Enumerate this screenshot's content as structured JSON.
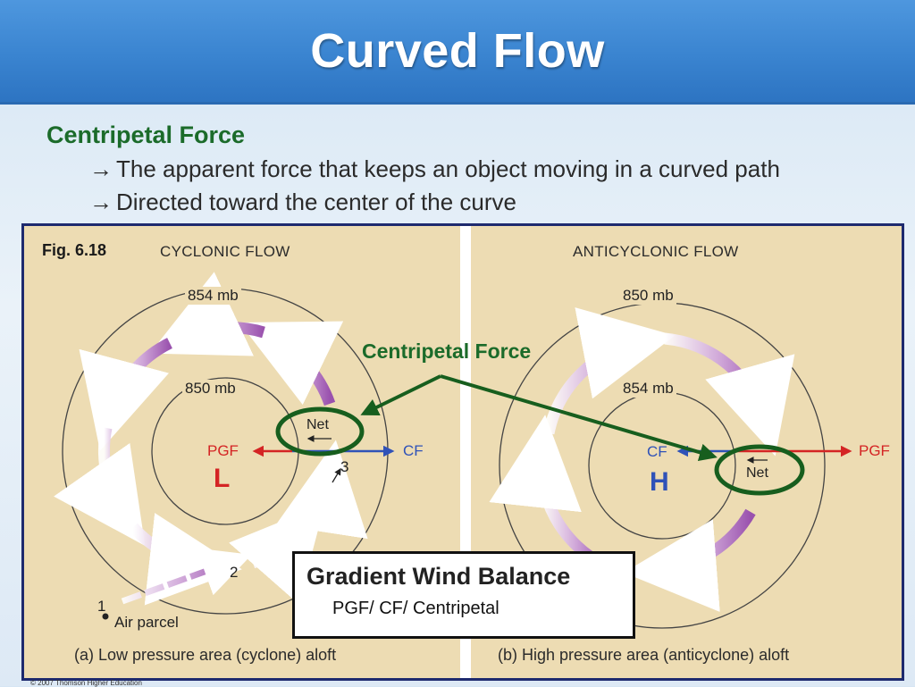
{
  "slide": {
    "title": "Curved Flow",
    "heading": "Centripetal Force",
    "bullets": [
      {
        "arrow": "→",
        "text": "The apparent force that keeps an object moving in a curved path"
      },
      {
        "arrow": "→",
        "text": "Directed toward the center of the curve"
      }
    ],
    "copyright": "© 2007 Thomson Higher Education"
  },
  "figure": {
    "label": "Fig. 6.18",
    "centripetal_label": "Centripetal Force",
    "left": {
      "title": "CYCLONIC FLOW",
      "outer_isobar": "854 mb",
      "inner_isobar": "850 mb",
      "pgf": "PGF",
      "cf": "CF",
      "center": "L",
      "net": "Net",
      "point_1": "1",
      "point_2": "2",
      "point_3": "3",
      "air_parcel": "Air parcel",
      "caption": "(a) Low pressure area (cyclone) aloft"
    },
    "right": {
      "title": "ANTICYCLONIC FLOW",
      "outer_isobar": "850 mb",
      "inner_isobar": "854 mb",
      "pgf": "PGF",
      "cf": "CF",
      "center": "H",
      "net": "Net",
      "caption": "(b) High pressure area (anticyclone) aloft"
    },
    "box": {
      "title": "Gradient Wind Balance",
      "subtitle": "PGF/ CF/ Centripetal"
    }
  },
  "colors": {
    "title_bar": "#3a84d0",
    "heading_green": "#1b6b2a",
    "pgf_red": "#d42424",
    "cf_blue": "#2f52b8",
    "flow_purple": "#a766b8",
    "figure_bg": "#eddcb3",
    "figure_border": "#1e2a6e"
  }
}
